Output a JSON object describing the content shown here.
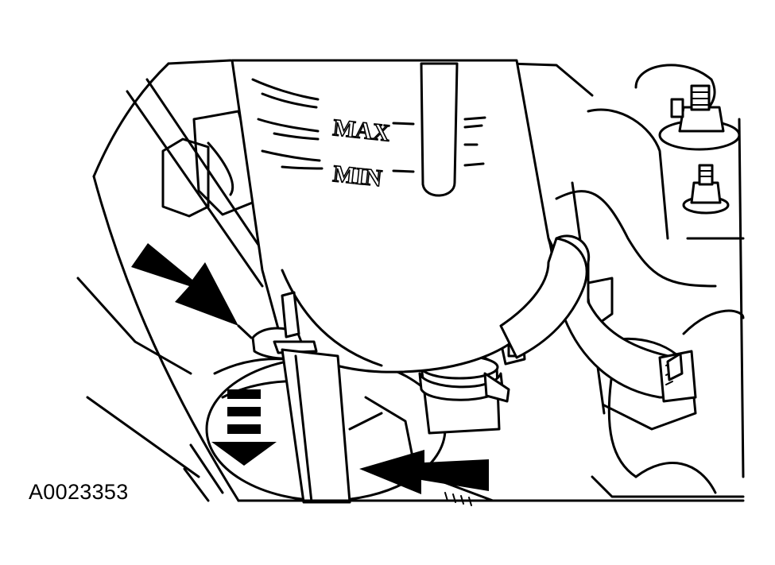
{
  "reservoir": {
    "max_label": "MAX",
    "min_label": "MIN"
  },
  "figure_id": "A0023353"
}
